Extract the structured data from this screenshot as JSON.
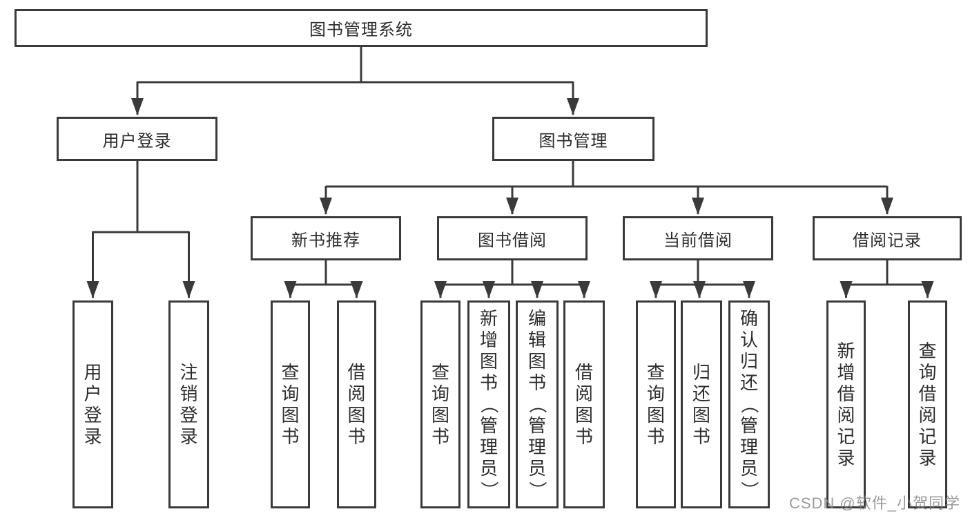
{
  "diagram": {
    "root": {
      "label": "图书管理系统"
    },
    "level2": [
      {
        "label": "用户登录"
      },
      {
        "label": "图书管理"
      }
    ],
    "level3": [
      {
        "label": "新书推荐"
      },
      {
        "label": "图书借阅"
      },
      {
        "label": "当前借阅"
      },
      {
        "label": "借阅记录"
      }
    ],
    "leaves": {
      "user_login": [
        {
          "label": "用户登录"
        },
        {
          "label": "注销登录"
        }
      ],
      "new_book_recommend": [
        {
          "label": "查询图书"
        },
        {
          "label": "借阅图书"
        }
      ],
      "book_borrow": [
        {
          "label": "查询图书"
        },
        {
          "label": "新增图书（管理员）"
        },
        {
          "label": "编辑图书（管理员）"
        },
        {
          "label": "借阅图书"
        }
      ],
      "current_borrow": [
        {
          "label": "查询图书"
        },
        {
          "label": "归还图书"
        },
        {
          "label": "确认归还（管理员）"
        }
      ],
      "borrow_record": [
        {
          "label": "新增借阅记录"
        },
        {
          "label": "查询借阅记录"
        }
      ]
    }
  },
  "watermark": {
    "text": "CSDN @软件_小贺同学"
  },
  "colors": {
    "line": "#3a3a3a",
    "text": "#2d2d2d",
    "watermark": "#828282",
    "background": "#ffffff"
  }
}
